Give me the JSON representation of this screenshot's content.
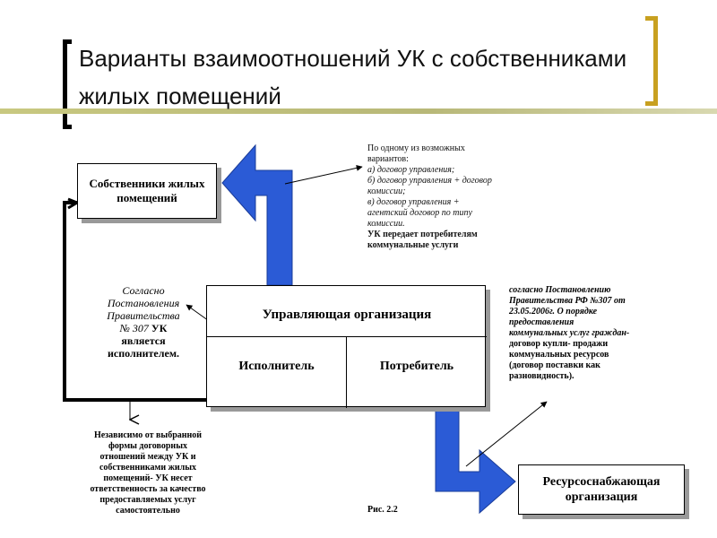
{
  "title": {
    "line1": "Варианты взаимоотношений УК с собственниками",
    "line2": "жилых помещений"
  },
  "boxes": {
    "owners": "Собственники жилых помещений",
    "management_org": {
      "title": "Управляющая организация",
      "executor": "Исполнитель",
      "consumer": "Потребитель"
    },
    "resource_org": "Ресурсоснабжающая организация"
  },
  "notes": {
    "variants": {
      "lines": [
        "По одному из возможных",
        "вариантов:",
        "а) договор управления;",
        "б) договор управления + договор",
        "комиссии;",
        "в) договор управления +",
        "агентский договор по типу",
        "комиссии."
      ],
      "bold_lines": [
        "УК передает потребителям",
        "коммунальные услуги"
      ]
    },
    "left": {
      "lines": [
        "Согласно",
        "Постановления",
        "Правительства",
        "№ 307"
      ],
      "bold_inline": "УК",
      "bold_lines": [
        "является",
        "исполнителем."
      ]
    },
    "right": {
      "italic_lines": [
        "согласно Постановлению",
        "Правительства РФ №307 от",
        "23.05.2006г. О порядке",
        "предоставления",
        "коммунальных услуг граждан-"
      ],
      "normal_lines": [
        "договор купли- продажи",
        "коммунальных ресурсов",
        "(договор поставки как",
        "разновидность)."
      ]
    },
    "bottom": {
      "lines": [
        "Независимо от выбранной",
        "формы договорных",
        "отношений между УК и",
        "собственниками жилых",
        "помещений- УК несет",
        "ответственность за качество",
        "предоставляемых услуг",
        "самостоятельно"
      ]
    }
  },
  "figure_label": "Рис. 2.2",
  "colors": {
    "accent_gold": "#c8a020",
    "arrow_blue": "#2b5bd6",
    "title_bar": "#c0c080"
  }
}
